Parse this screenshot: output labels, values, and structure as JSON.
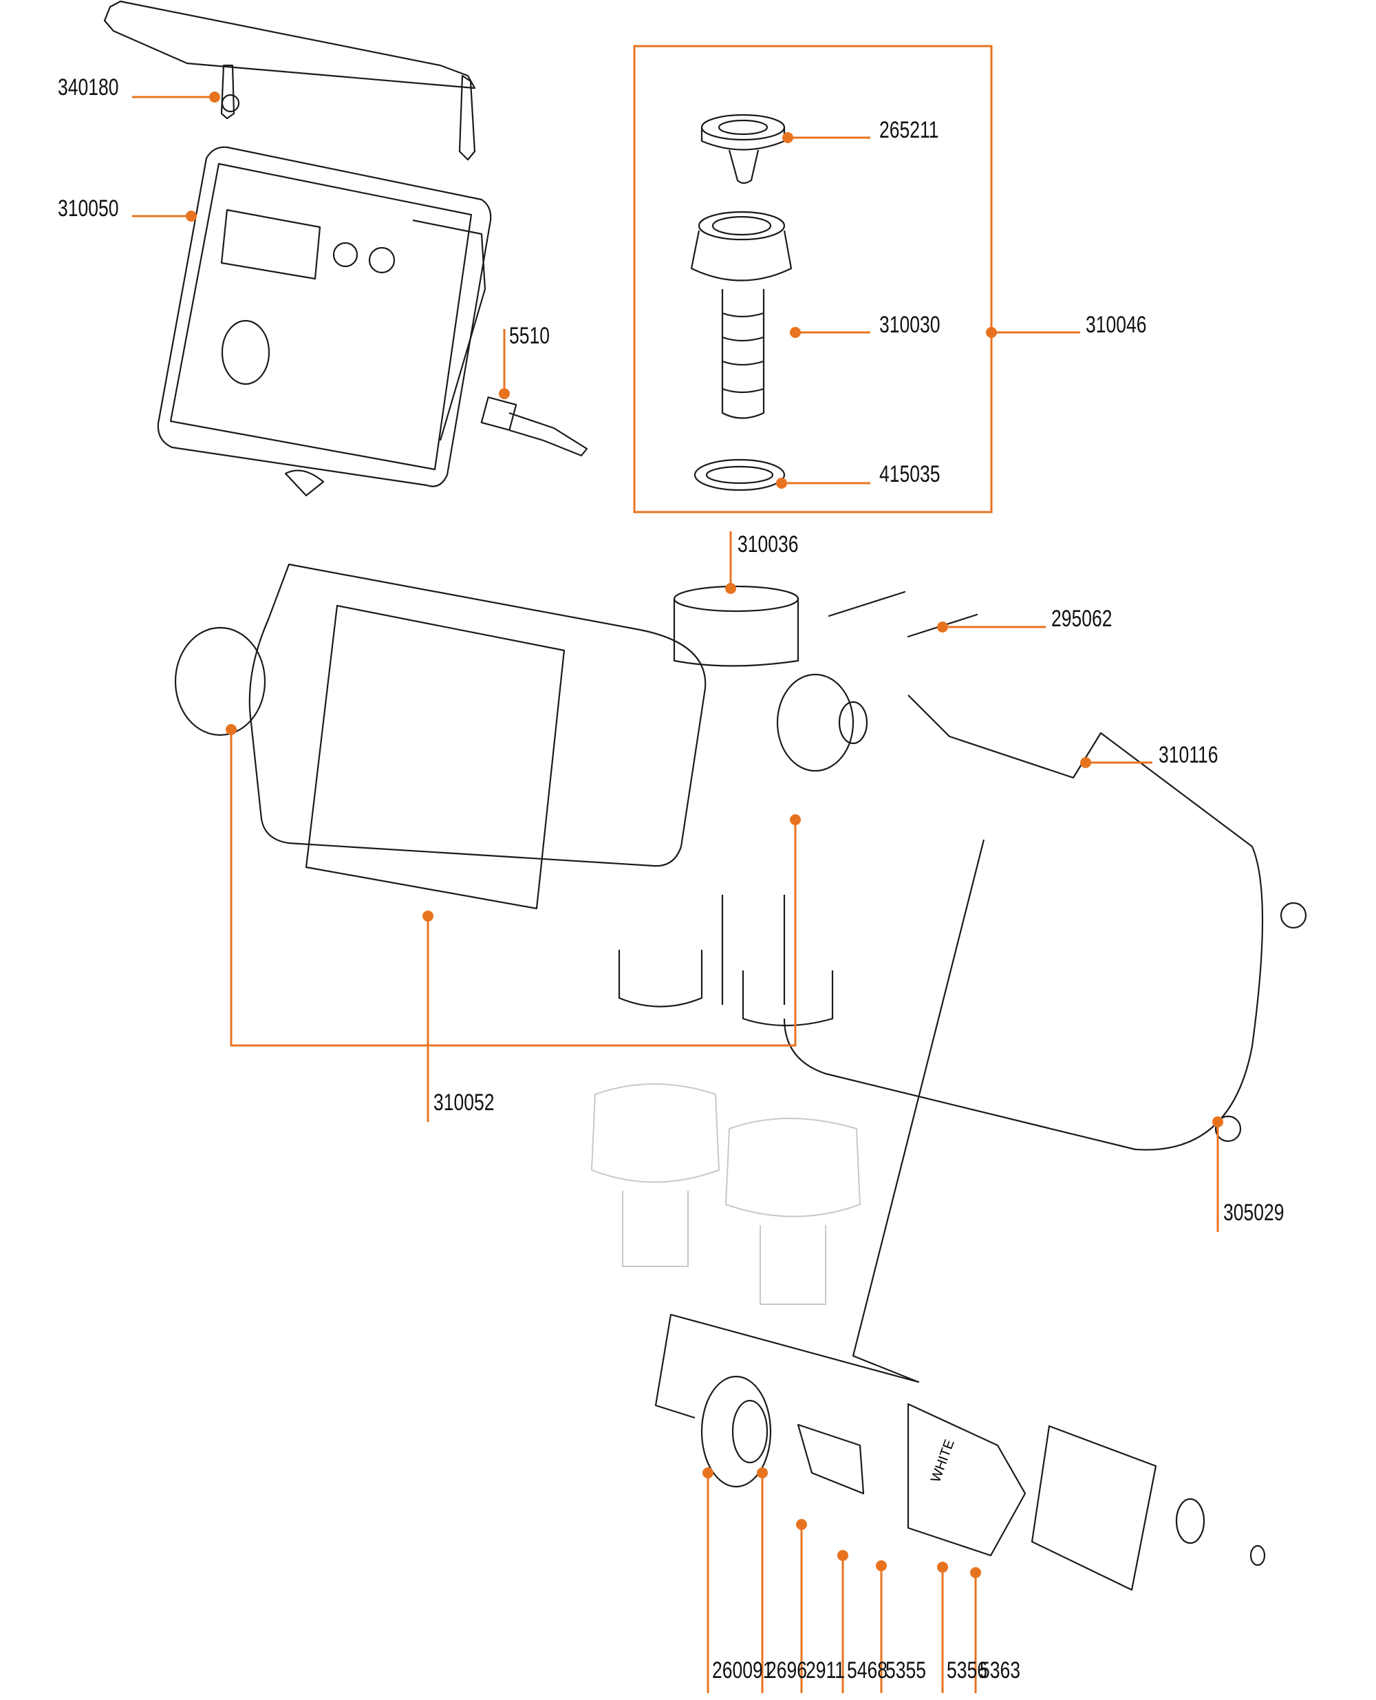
{
  "diagram": {
    "title": "Exploded parts diagram",
    "accent_color": "#e8731f",
    "parts": [
      {
        "id": "p340180",
        "number": "340180"
      },
      {
        "id": "p310050",
        "number": "310050"
      },
      {
        "id": "p5510",
        "number": "5510"
      },
      {
        "id": "p265211",
        "number": "265211"
      },
      {
        "id": "p310030",
        "number": "310030"
      },
      {
        "id": "p310046",
        "number": "310046"
      },
      {
        "id": "p415035",
        "number": "415035"
      },
      {
        "id": "p310036",
        "number": "310036"
      },
      {
        "id": "p295062",
        "number": "295062"
      },
      {
        "id": "p310116",
        "number": "310116"
      },
      {
        "id": "p310052",
        "number": "310052"
      },
      {
        "id": "p305029",
        "number": "305029"
      },
      {
        "id": "p260091",
        "number": "260091"
      },
      {
        "id": "p2696",
        "number": "2696"
      },
      {
        "id": "p2911",
        "number": "2911"
      },
      {
        "id": "p5468",
        "number": "5468"
      },
      {
        "id": "p5355",
        "number": "5355"
      },
      {
        "id": "p5356",
        "number": "5356"
      },
      {
        "id": "p5363",
        "number": "5363"
      }
    ],
    "kit_group": {
      "number": "310046",
      "members": [
        "265211",
        "310030",
        "415035"
      ]
    },
    "solenoid_marking": "WHITE"
  }
}
